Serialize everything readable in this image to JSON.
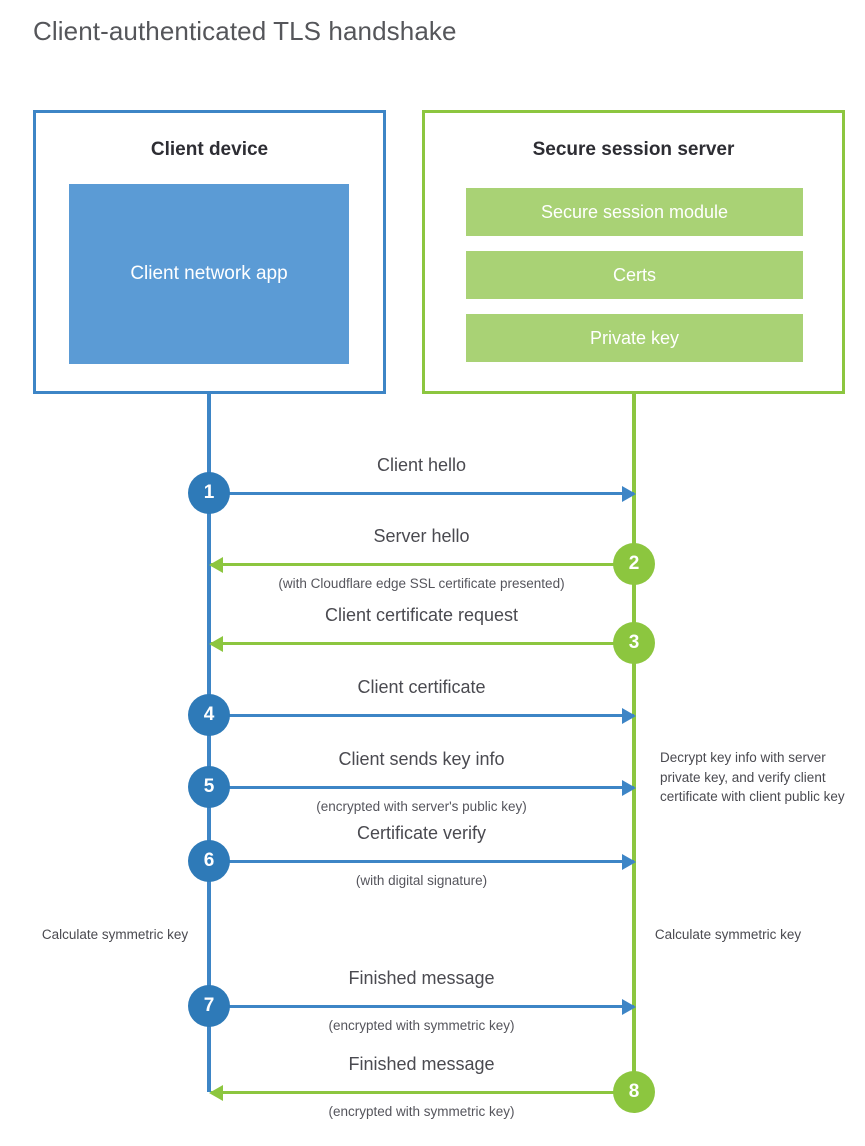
{
  "title": "Client-authenticated TLS handshake",
  "colors": {
    "client_blue": "#3d85c6",
    "client_badge_blue": "#2e7ab8",
    "client_app_fill": "#5b9bd5",
    "server_green": "#8cc63f",
    "server_bar_fill": "#a9d275",
    "title_text": "#55565a",
    "body_text": "#4a4a50"
  },
  "actors": {
    "client": {
      "title": "Client device",
      "app_label": "Client network app"
    },
    "server": {
      "title": "Secure session server",
      "components": [
        "Secure session module",
        "Certs",
        "Private key"
      ]
    }
  },
  "steps": [
    {
      "number": "1",
      "label": "Client hello",
      "sublabel": "",
      "direction": "to-server",
      "side": "client"
    },
    {
      "number": "2",
      "label": "Server hello",
      "sublabel": "(with Cloudflare edge SSL certificate presented)",
      "direction": "to-client",
      "side": "server"
    },
    {
      "number": "3",
      "label": "Client certificate request",
      "sublabel": "",
      "direction": "to-client",
      "side": "server"
    },
    {
      "number": "4",
      "label": "Client certificate",
      "sublabel": "",
      "direction": "to-server",
      "side": "client"
    },
    {
      "number": "5",
      "label": "Client sends key info",
      "sublabel": "(encrypted with server's public key)",
      "direction": "to-server",
      "side": "client"
    },
    {
      "number": "6",
      "label": "Certificate verify",
      "sublabel": "(with digital signature)",
      "direction": "to-server",
      "side": "client"
    },
    {
      "number": "7",
      "label": "Finished message",
      "sublabel": "(encrypted with symmetric key)",
      "direction": "to-server",
      "side": "client"
    },
    {
      "number": "8",
      "label": "Finished message",
      "sublabel": "(encrypted with symmetric key)",
      "direction": "to-client",
      "side": "server"
    }
  ],
  "notes": {
    "server_decrypt": "Decrypt key info with server private key, and verify client certificate with client public key",
    "client_calculate": "Calculate symmetric key",
    "server_calculate": "Calculate symmetric key"
  }
}
